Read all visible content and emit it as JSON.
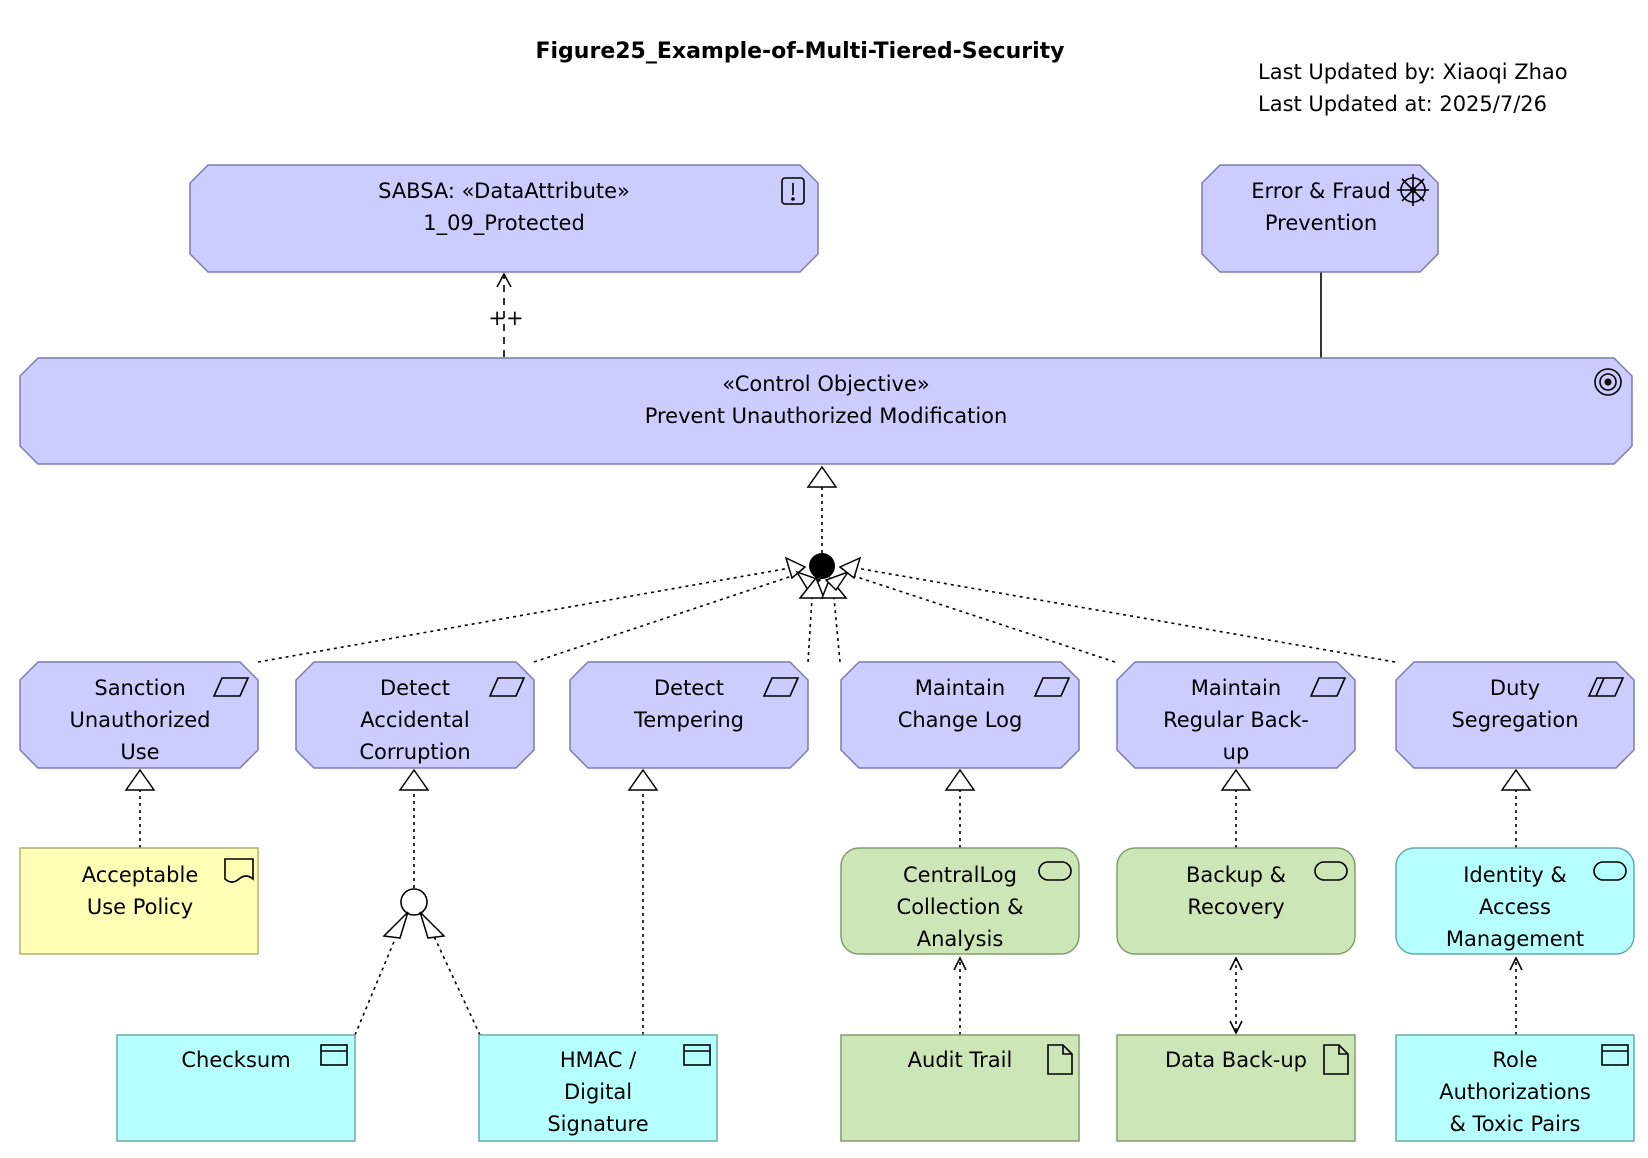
{
  "title": "Figure25_Example-of-Multi-Tiered-Security",
  "meta": {
    "updated_by": "Last Updated by: Xiaoqi Zhao",
    "updated_at": "Last Updated at: 2025/7/26"
  },
  "colors": {
    "requirement": "#ccccff",
    "constraint_doc": "#ffffb5",
    "application": "#b5ffff",
    "business": "#cce6b8"
  },
  "nodes": {
    "sabsa": {
      "lines": [
        "SABSA: «DataAttribute»",
        "1_09_Protected"
      ],
      "icon": "requirement-icon"
    },
    "error_fraud": {
      "lines": [
        "Error & Fraud",
        "Prevention"
      ],
      "icon": "driver-icon"
    },
    "control_objective": {
      "lines": [
        "«Control Objective»",
        "Prevent Unauthorized Modification"
      ],
      "icon": "goal-icon"
    },
    "sanction": {
      "lines": [
        "Sanction",
        "Unauthorized",
        "Use"
      ],
      "icon": "requirement-icon"
    },
    "detect_corruption": {
      "lines": [
        "Detect",
        "Accidental",
        "Corruption"
      ],
      "icon": "requirement-icon"
    },
    "detect_tempering": {
      "lines": [
        "Detect",
        "Tempering"
      ],
      "icon": "requirement-icon"
    },
    "maintain_log": {
      "lines": [
        "Maintain",
        "Change Log"
      ],
      "icon": "requirement-icon"
    },
    "maintain_backup": {
      "lines": [
        "Maintain",
        "Regular Back-",
        "up"
      ],
      "icon": "requirement-icon"
    },
    "duty_segregation": {
      "lines": [
        "Duty",
        "Segregation"
      ],
      "icon": "constraint-icon"
    },
    "acceptable_use": {
      "lines": [
        "Acceptable",
        "Use Policy"
      ],
      "icon": "representation-icon"
    },
    "centrallog": {
      "lines": [
        "CentralLog",
        "Collection &",
        "Analysis"
      ],
      "icon": "service-icon"
    },
    "backup_recovery": {
      "lines": [
        "Backup &",
        "Recovery"
      ],
      "icon": "service-icon"
    },
    "iam": {
      "lines": [
        "Identity &",
        "Access",
        "Management"
      ],
      "icon": "service-icon"
    },
    "checksum": {
      "lines": [
        "Checksum"
      ],
      "icon": "component-icon"
    },
    "hmac": {
      "lines": [
        "HMAC /",
        "Digital",
        "Signature"
      ],
      "icon": "component-icon"
    },
    "audit_trail": {
      "lines": [
        "Audit Trail"
      ],
      "icon": "artifact-icon"
    },
    "data_backup": {
      "lines": [
        "Data Back-up"
      ],
      "icon": "artifact-icon"
    },
    "role_auth": {
      "lines": [
        "Role",
        "Authorizations",
        "& Toxic Pairs"
      ],
      "icon": "component-icon"
    }
  },
  "edges": {
    "influence_label": "++"
  }
}
